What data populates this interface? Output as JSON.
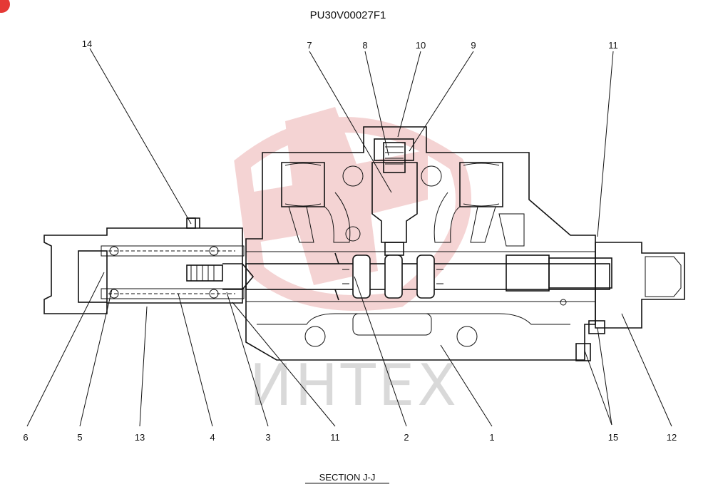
{
  "drawing_code": "PU30V00027F1",
  "section_label": "SECTION J-J",
  "watermark": {
    "text": "ИНТЕХ",
    "emblem_color": "#e8a0a0",
    "text_color": "#d9d9d9"
  },
  "corner_badge_color": "#e53935",
  "part_numbers": [
    {
      "id": "14",
      "label": "14"
    },
    {
      "id": "7",
      "label": "7"
    },
    {
      "id": "8",
      "label": "8"
    },
    {
      "id": "10",
      "label": "10"
    },
    {
      "id": "9",
      "label": "9"
    },
    {
      "id": "11a",
      "label": "11"
    },
    {
      "id": "6",
      "label": "6"
    },
    {
      "id": "5",
      "label": "5"
    },
    {
      "id": "13",
      "label": "13"
    },
    {
      "id": "4",
      "label": "4"
    },
    {
      "id": "3",
      "label": "3"
    },
    {
      "id": "11b",
      "label": "11"
    },
    {
      "id": "2",
      "label": "2"
    },
    {
      "id": "1",
      "label": "1"
    },
    {
      "id": "15",
      "label": "15"
    },
    {
      "id": "12",
      "label": "12"
    }
  ]
}
